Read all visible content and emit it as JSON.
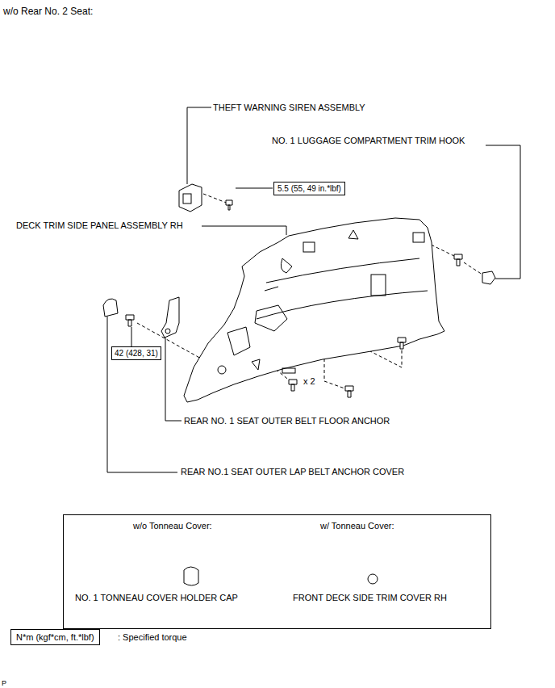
{
  "diagram": {
    "nodes": [
      {
        "text": [
          "5.5 (55, 49 in.*lbf)"
        ]
      },
      {
        "text": [
          "42 (428, 31)"
        ]
      },
      {
        "text": [
          "w/o Tonneau Cover:",
          "w/ Tonneau Cover:",
          "NO. 1 TONNEAU COVER HOLDER CAP",
          "FRONT DECK SIDE TRIM COVER RH"
        ]
      },
      {
        "text": [
          "N*m (kgf*cm, ft.*lbf)"
        ]
      }
    ],
    "labels": [
      "w/o Rear No. 2 Seat:",
      "THEFT WARNING SIREN ASSEMBLY",
      "NO. 1 LUGGAGE COMPARTMENT TRIM HOOK",
      "DECK TRIM SIDE PANEL ASSEMBLY RH",
      "x 2",
      "REAR NO. 1 SEAT OUTER BELT FLOOR ANCHOR",
      "REAR NO.1 SEAT OUTER LAP BELT ANCHOR COVER",
      ": Specified torque",
      "P"
    ]
  }
}
